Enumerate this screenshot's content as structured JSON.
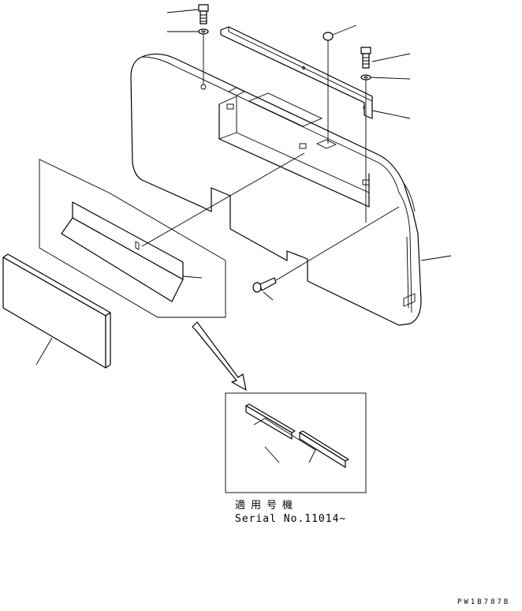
{
  "notes": {
    "applicable_machine": "適用号機",
    "serial": "Serial No.11014~"
  },
  "drawing_code": "PW1B787B"
}
